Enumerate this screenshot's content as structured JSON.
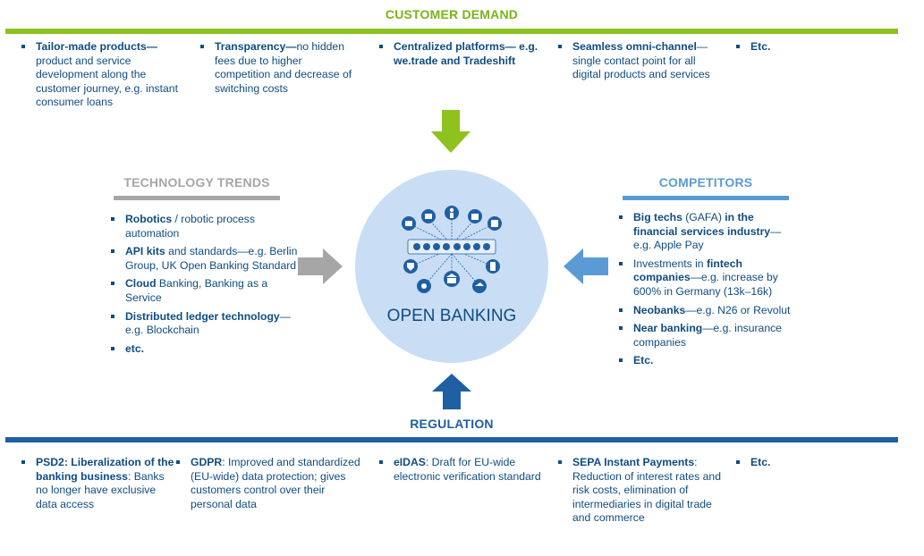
{
  "colors": {
    "green": "#8dc21f",
    "gray": "#a6a6a6",
    "light_blue": "#5b9bd5",
    "dark_blue": "#1f5fa3",
    "text": "#0f4c81",
    "circle": "#c9def5"
  },
  "customer_demand": {
    "title": "CUSTOMER DEMAND",
    "items": [
      [
        {
          "b": "Tailor-made products—"
        },
        {
          "t": " product and service development along the customer journey, e.g. instant consumer loans"
        }
      ],
      [
        {
          "b": "Transparency—"
        },
        {
          "t": "no hidden fees due to higher competition and decrease of switching costs"
        }
      ],
      [
        {
          "b": "Centralized platforms— e.g. we.trade and Tradeshift"
        }
      ],
      [
        {
          "b": "Seamless omni-channel"
        },
        {
          "t": "—single contact point for all digital products and services"
        }
      ],
      [
        {
          "b": "Etc."
        }
      ]
    ]
  },
  "technology_trends": {
    "title": "TECHNOLOGY TRENDS",
    "items": [
      [
        {
          "b": "Robotics"
        },
        {
          "t": " / robotic process automation"
        }
      ],
      [
        {
          "b": "API kits"
        },
        {
          "t": " and standards—e.g. Berlin Group, UK Open Banking Standard"
        }
      ],
      [
        {
          "b": "Cloud"
        },
        {
          "t": " Banking, Banking as a Service"
        }
      ],
      [
        {
          "b": "Distributed ledger technology"
        },
        {
          "t": "—e.g. Blockchain"
        }
      ],
      [
        {
          "b": "etc."
        }
      ]
    ]
  },
  "competitors": {
    "title": "COMPETITORS",
    "items": [
      [
        {
          "b": "Big techs"
        },
        {
          "t": " (GAFA) "
        },
        {
          "b": "in the financial services industry"
        },
        {
          "t": "—e.g. Apple Pay"
        }
      ],
      [
        {
          "t": "Investments in "
        },
        {
          "b": "fintech companies"
        },
        {
          "t": "—e.g. increase by 600% in Germany (13k–16k)"
        }
      ],
      [
        {
          "b": "Neobanks"
        },
        {
          "t": "—e.g. N26 or Revolut"
        }
      ],
      [
        {
          "b": "Near banking"
        },
        {
          "t": "—e.g. insurance companies"
        }
      ],
      [
        {
          "b": "Etc."
        }
      ]
    ]
  },
  "regulation": {
    "title": "REGULATION",
    "items": [
      [
        {
          "b": "PSD2: Liberalization of the banking business"
        },
        {
          "t": ": Banks no longer have exclusive data access"
        }
      ],
      [
        {
          "b": "GDPR"
        },
        {
          "t": ": Improved and standardized (EU-wide) data protection; gives customers control over their personal data"
        }
      ],
      [
        {
          "b": "eIDAS"
        },
        {
          "t": ": Draft for EU-wide electronic verification standard"
        }
      ],
      [
        {
          "b": "SEPA Instant Payments"
        },
        {
          "t": ": Reduction of interest rates and risk costs, elimination of intermediaries in digital trade and commerce"
        }
      ],
      [
        {
          "b": "Etc."
        }
      ]
    ]
  },
  "center": {
    "label": "OPEN BANKING",
    "icons": [
      "factory-icon",
      "card-icon",
      "person-icon",
      "shop-icon",
      "shirt-icon",
      "shield-icon",
      "phone-icon",
      "bank-icon",
      "network-icon",
      "plane-icon"
    ]
  }
}
